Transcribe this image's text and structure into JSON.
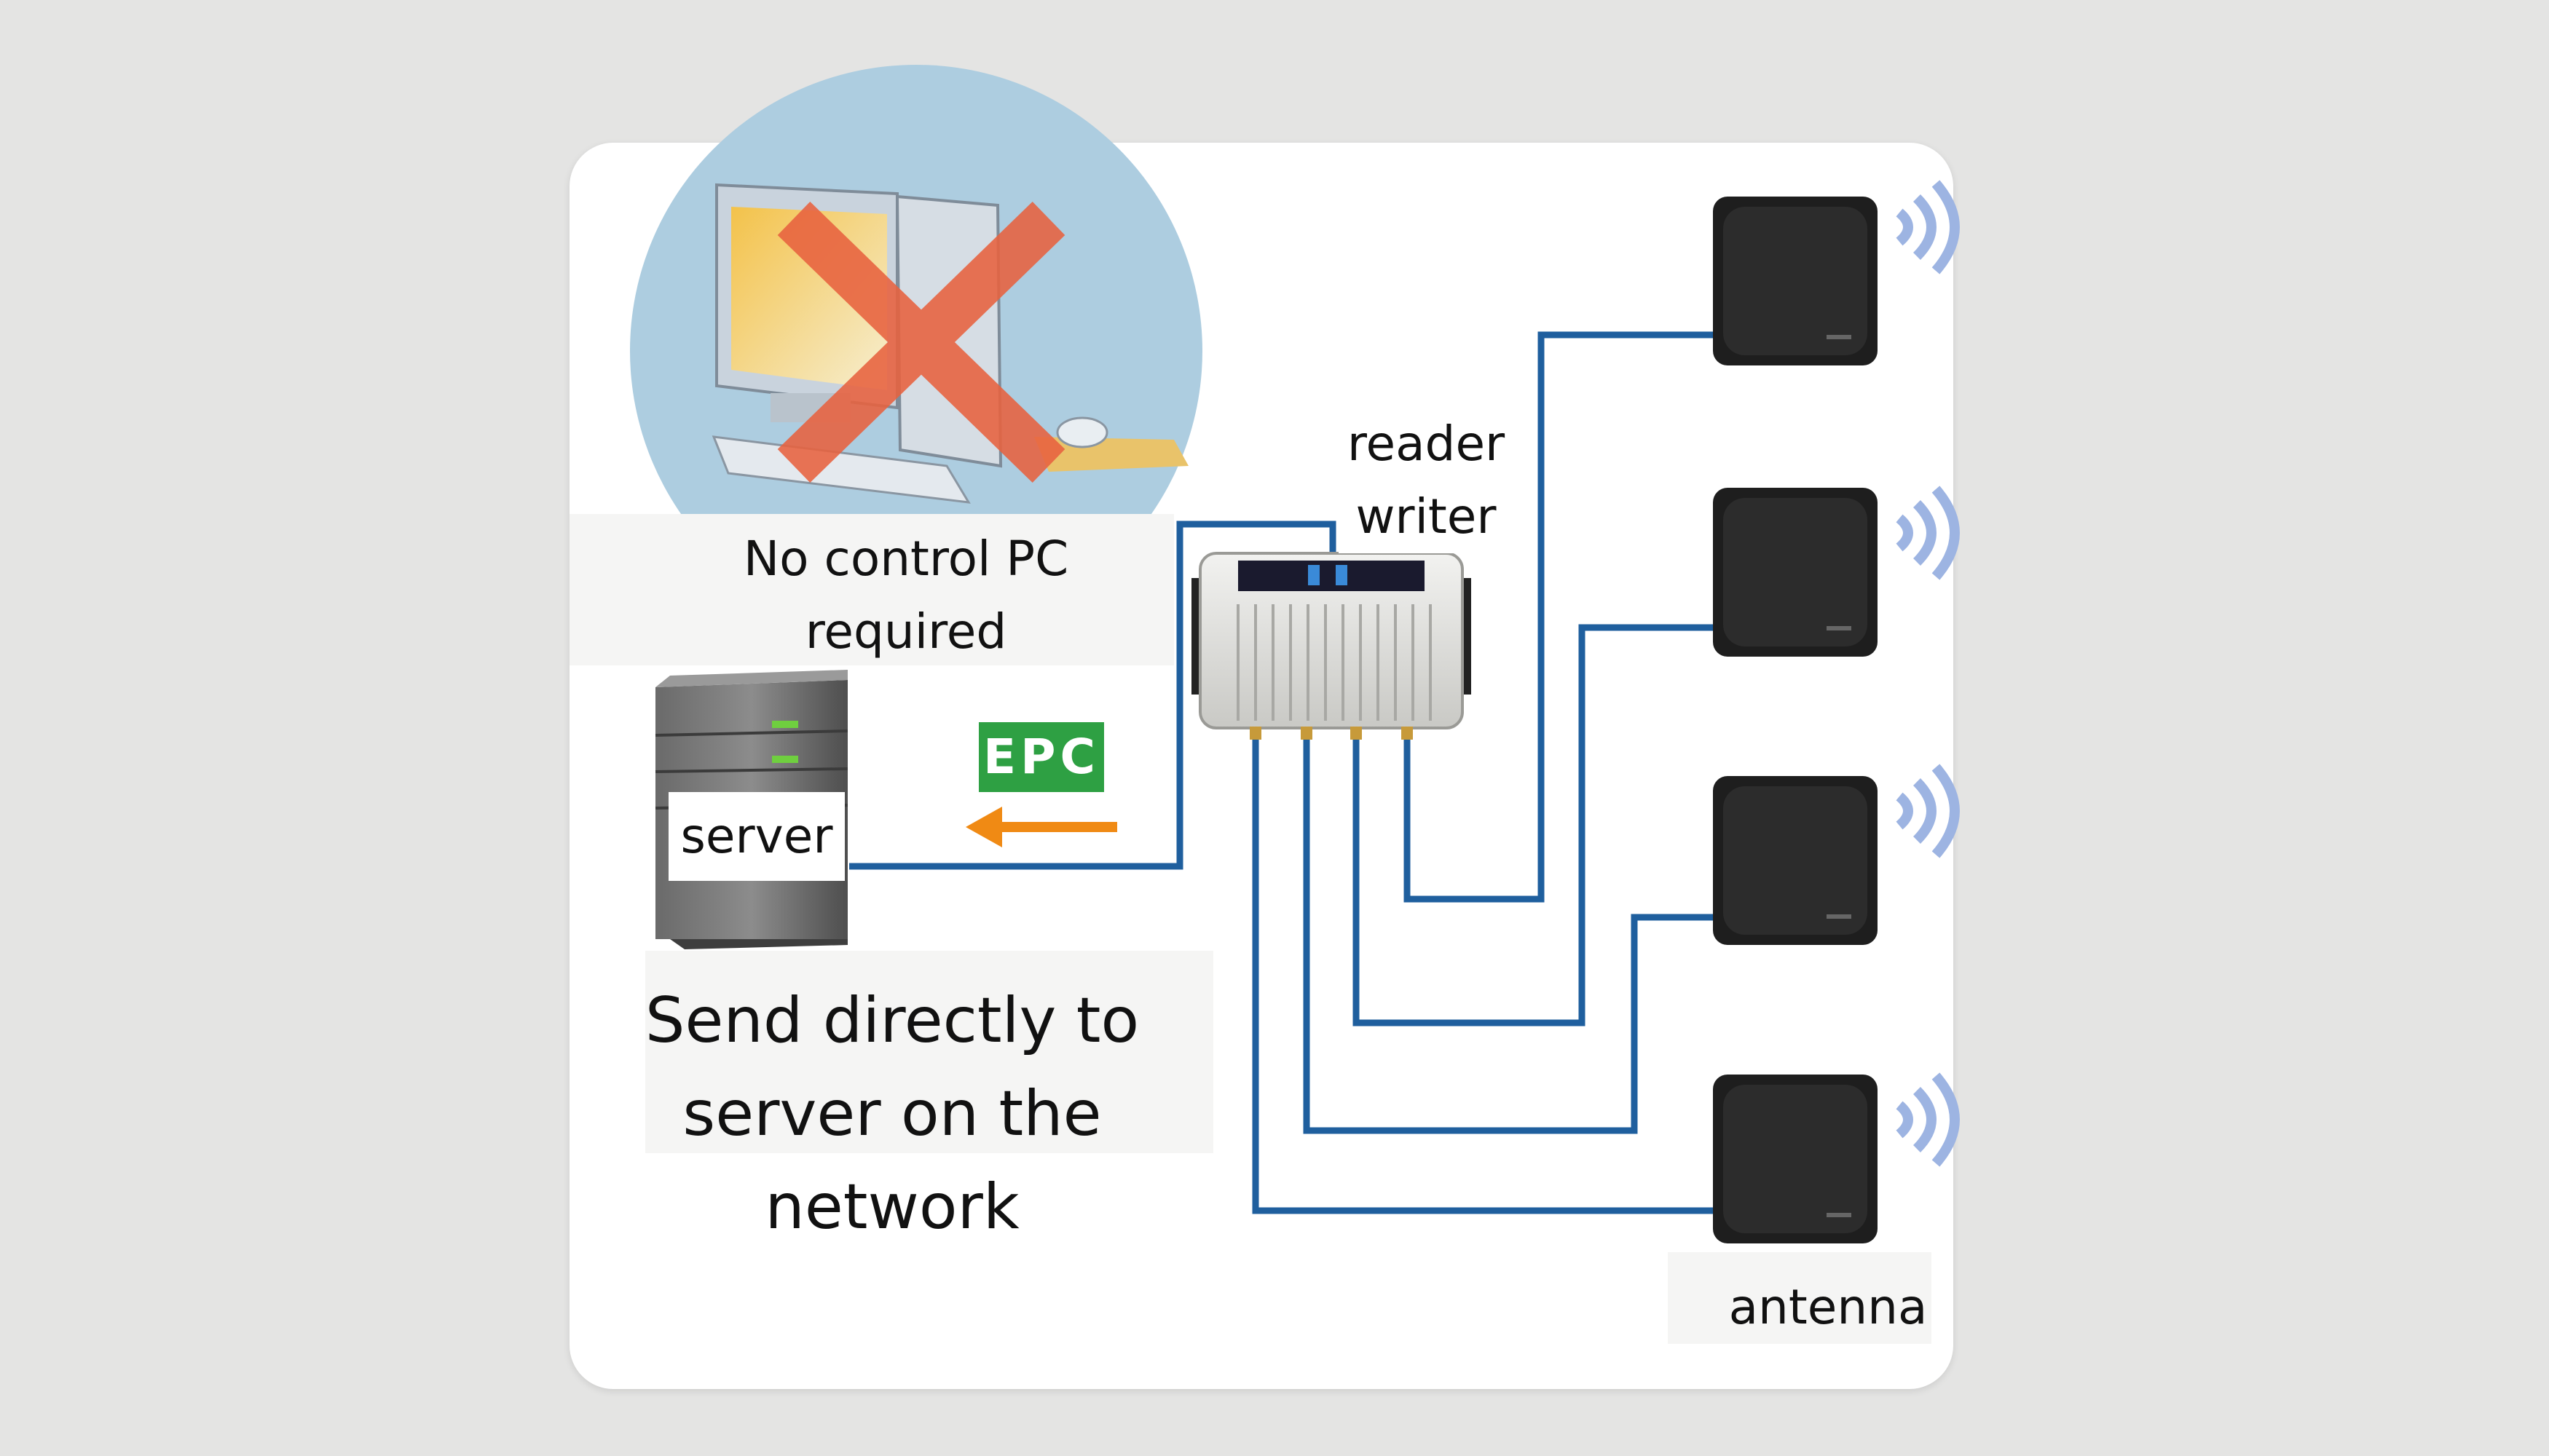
{
  "labels": {
    "no_pc": "No control PC required",
    "reader": "reader writer",
    "server": "server",
    "epc": "EPC",
    "send": "Send directly to server on the network",
    "antenna": "antenna"
  },
  "colors": {
    "background": "#e4e4e3",
    "card": "#ffffff",
    "cable": "#1f5f9e",
    "arrow": "#f08a14",
    "epc_badge": "#2ea043",
    "cross": "#e8623f",
    "pc_circle": "#adcde0",
    "signal_waves": "#9db4e2"
  },
  "icons": [
    "computer-icon",
    "cross-icon",
    "reader-writer-icon",
    "server-icon",
    "arrow-left-icon",
    "antenna-icon",
    "signal-waves-icon"
  ]
}
